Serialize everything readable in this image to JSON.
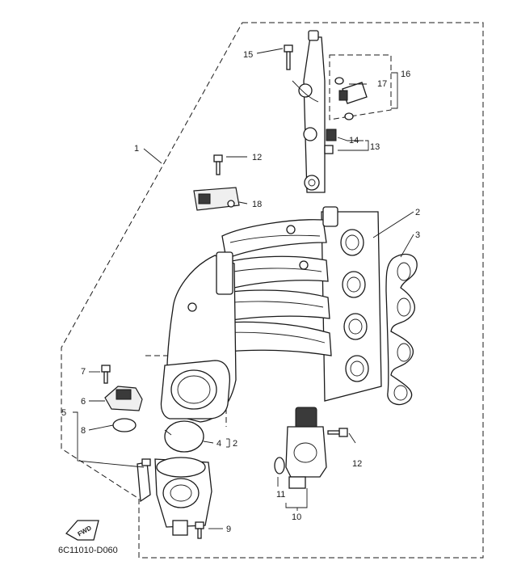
{
  "diagram": {
    "callouts": {
      "c1": "1",
      "c2_top": "2",
      "c3": "3",
      "c4": "4",
      "c4_group": "2",
      "c5": "5",
      "c6": "6",
      "c7": "7",
      "c8": "8",
      "c9": "9",
      "c10": "10",
      "c11": "11",
      "c12_top": "12",
      "c12_bottom": "12",
      "c13": "13",
      "c14": "14",
      "c15": "15",
      "c16": "16",
      "c17": "17",
      "c18": "18"
    },
    "fwd_label": "FWD",
    "drawing_code": "6C11010-D060"
  }
}
